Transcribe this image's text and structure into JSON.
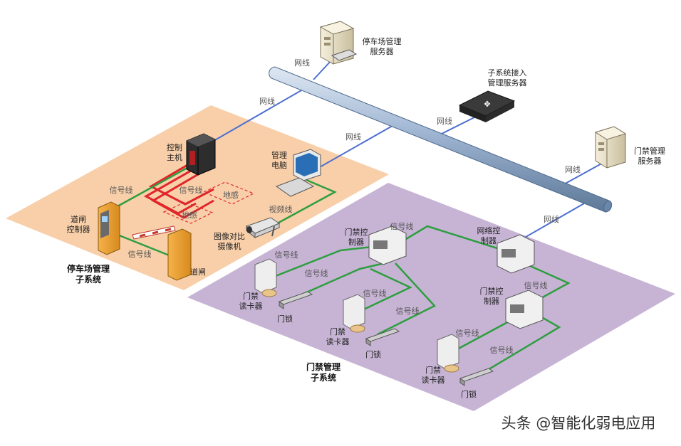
{
  "colors": {
    "parking_zone": "#f8cfa9",
    "access_zone": "#c7b4d5",
    "network_line": "#4d6fd1",
    "signal_line": "#2e9e40",
    "loop_line": "#e0262b",
    "backbone": "#8fa8c8"
  },
  "nodes": {
    "parking_server": "停车场管理\n服务器",
    "subsystem_server": "子系统接入\n管理服务器",
    "access_server": "门禁管理\n服务器",
    "control_host": "控制\n主机",
    "mgmt_pc": "管理\n电脑",
    "gate_controller": "道闸\n控制器",
    "camera": "图像对比\n摄像机",
    "barrier_gate": "道闸",
    "loop1": "地感",
    "loop2": "地感",
    "door_ctrl_1": "门禁控\n制器",
    "net_ctrl": "网络控\n制器",
    "door_ctrl_2": "门禁控\n制器",
    "reader_1": "门禁\n读卡器",
    "reader_2": "门禁\n读卡器",
    "reader_3": "门禁\n读卡器",
    "lock_1": "门锁",
    "lock_2": "门锁",
    "lock_3": "门锁"
  },
  "subsystems": {
    "parking": "停车场管理\n子系统",
    "access": "门禁管理\n子系统"
  },
  "links": {
    "net": "网线",
    "signal": "信号线",
    "video": "视频线"
  },
  "watermark": "头条 @智能化弱电应用"
}
